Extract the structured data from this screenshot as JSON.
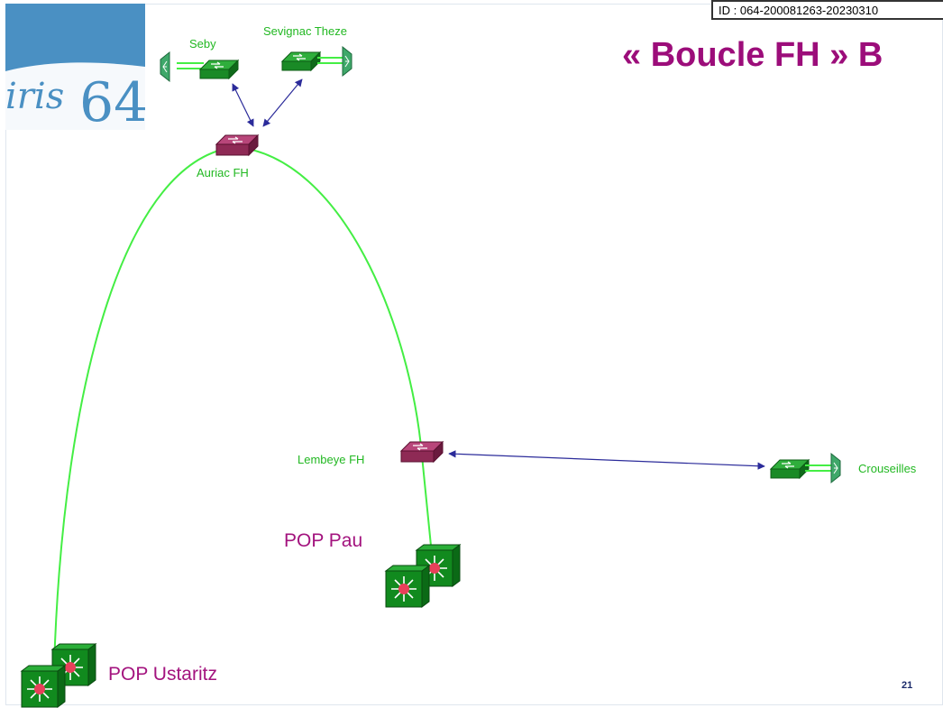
{
  "stamp": {
    "id_text": "ID : 064-200081263-20230310"
  },
  "logo": {
    "text": "iris64"
  },
  "title": "« Boucle FH » B",
  "labels": {
    "seby": "Seby",
    "sevignac": "Sevignac Theze",
    "auriac": "Auriac FH",
    "lembeye": "Lembeye FH",
    "crouseilles": "Crouseilles",
    "pop_pau": "POP Pau",
    "pop_ustaritz": "POP Ustaritz"
  },
  "page_number": "21",
  "colors": {
    "title": "#9c0d7a",
    "green_link": "#44ee44",
    "blue_link": "#2b2b9a",
    "router_green": "#1f8f2a",
    "router_magenta": "#a0255a",
    "logo_bg": "#4a90c3"
  }
}
